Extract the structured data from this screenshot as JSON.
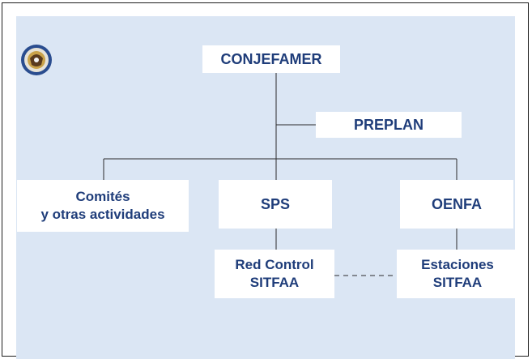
{
  "colors": {
    "background": "#dbe6f4",
    "box_fill": "#ffffff",
    "text": "#1f3d7a",
    "connector": "#2b2b2b"
  },
  "logo": {
    "icon": "emblem-icon"
  },
  "org_chart": {
    "root": "CONJEFAMER",
    "staff": "PREPLAN",
    "level2": [
      {
        "line1": "Comités",
        "line2": "y otras actividades"
      },
      {
        "line1": "SPS"
      },
      {
        "line1": "OENFA"
      }
    ],
    "level3": [
      {
        "line1": "Red Control",
        "line2": "SITFAA"
      },
      {
        "line1": "Estaciones",
        "line2": "SITFAA"
      }
    ]
  }
}
